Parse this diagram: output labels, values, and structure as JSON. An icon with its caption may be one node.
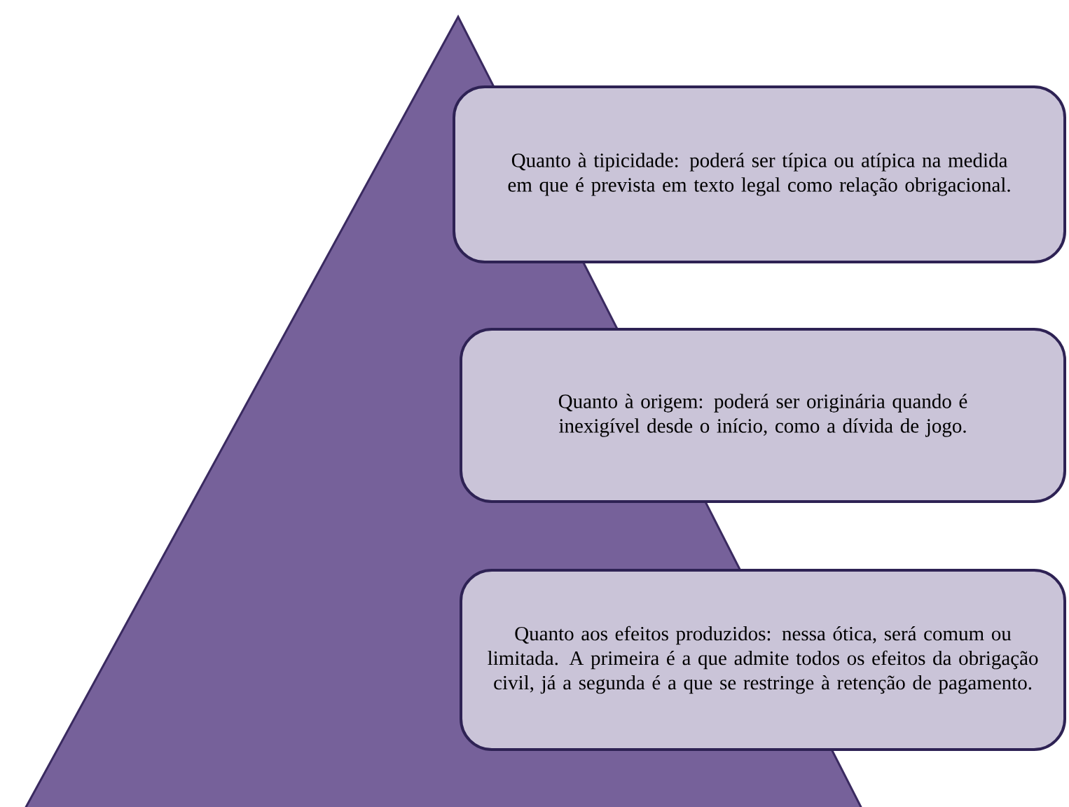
{
  "diagram": {
    "nodes": [
      {
        "text": [
          "Quanto à tipicidade: poderá ser típica ou atípica na medida em que é prevista em texto legal como relação obrigacional."
        ]
      },
      {
        "text": [
          "Quanto à origem: poderá ser originária quando é inexigível desde o início, como a dívida de jogo."
        ]
      },
      {
        "text": [
          "Quanto aos efeitos produzidos: nessa ótica, será comum ou limitada. A primeira é a que admite todos os efeitos da obrigação civil, já a segunda é a que se restringe à retenção de pagamento."
        ]
      }
    ]
  }
}
